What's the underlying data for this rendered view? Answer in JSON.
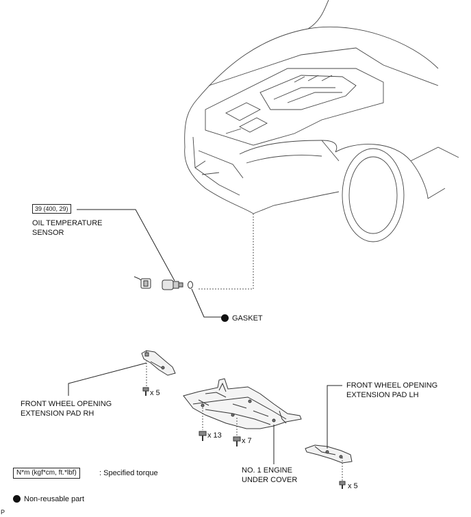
{
  "callouts": {
    "torque_value": "39 (400, 29)",
    "oil_temp_sensor": "OIL TEMPERATURE\nSENSOR",
    "gasket": "GASKET",
    "pad_rh": "FRONT WHEEL OPENING\nEXTENSION PAD RH",
    "pad_lh": "FRONT WHEEL OPENING\nEXTENSION PAD LH",
    "under_cover": "NO. 1 ENGINE\nUNDER COVER",
    "qty_rh_clips": "x 5",
    "qty_bolts_13": "x 13",
    "qty_bolts_7": "x 7",
    "qty_lh_clips": "x 5"
  },
  "legend": {
    "torque_unit": "N*m (kgf*cm, ft.*lbf)",
    "torque_desc": ": Specified torque",
    "non_reusable": "Non-reusable part"
  },
  "corner_mark": "P",
  "icons": {
    "non_reusable_symbol": "filled-circle-icon",
    "fastener": "bolt-icon"
  }
}
